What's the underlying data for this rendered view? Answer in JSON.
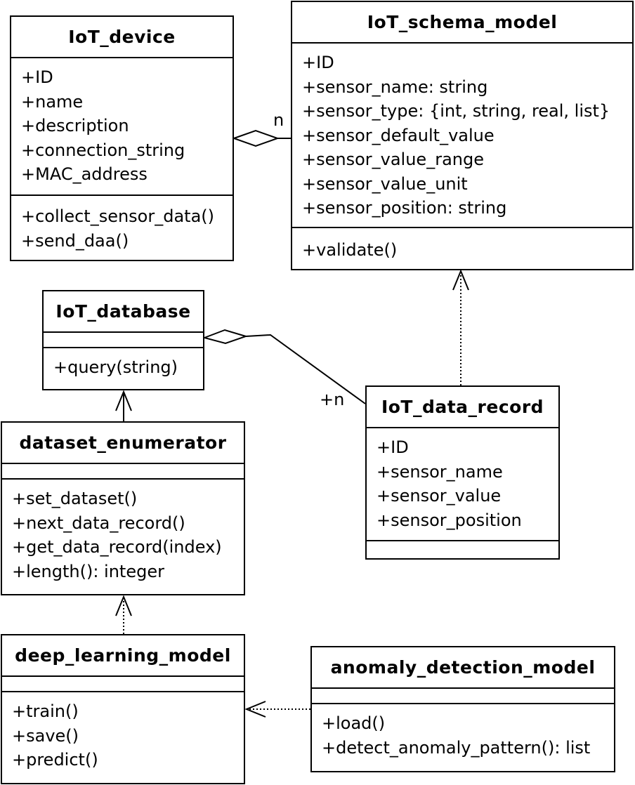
{
  "classes": {
    "iot_device": {
      "name": "IoT_device",
      "attributes": [
        "+ID",
        "+name",
        "+description",
        "+connection_string",
        "+MAC_address"
      ],
      "operations": [
        "+collect_sensor_data()",
        "+send_daa()"
      ]
    },
    "iot_schema_model": {
      "name": "IoT_schema_model",
      "attributes": [
        "+ID",
        "+sensor_name: string",
        "+sensor_type: {int, string, real, list}",
        "+sensor_default_value",
        "+sensor_value_range",
        "+sensor_value_unit",
        "+sensor_position: string"
      ],
      "operations": [
        "+validate()"
      ]
    },
    "iot_database": {
      "name": "IoT_database",
      "attributes": [],
      "operations": [
        "+query(string)"
      ]
    },
    "dataset_enumerator": {
      "name": "dataset_enumerator",
      "attributes": [],
      "operations": [
        "+set_dataset()",
        "+next_data_record()",
        "+get_data_record(index)",
        "+length(): integer"
      ]
    },
    "iot_data_record": {
      "name": "IoT_data_record",
      "attributes": [
        "+ID",
        "+sensor_name",
        "+sensor_value",
        "+sensor_position"
      ],
      "operations": []
    },
    "deep_learning_model": {
      "name": "deep_learning_model",
      "attributes": [],
      "operations": [
        "+train()",
        "+save()",
        "+predict()"
      ]
    },
    "anomaly_detection_model": {
      "name": "anomaly_detection_model",
      "attributes": [],
      "operations": [
        "+load()",
        "+detect_anomaly_pattern(): list"
      ]
    }
  },
  "relations": {
    "device_schema": {
      "type": "aggregation",
      "multiplicity": "n"
    },
    "database_record": {
      "type": "aggregation",
      "multiplicity": "+n"
    },
    "record_schema": {
      "type": "dependency"
    },
    "enumerator_database": {
      "type": "association"
    },
    "deep_enumerator": {
      "type": "dependency"
    },
    "anomaly_deep": {
      "type": "dependency"
    }
  }
}
